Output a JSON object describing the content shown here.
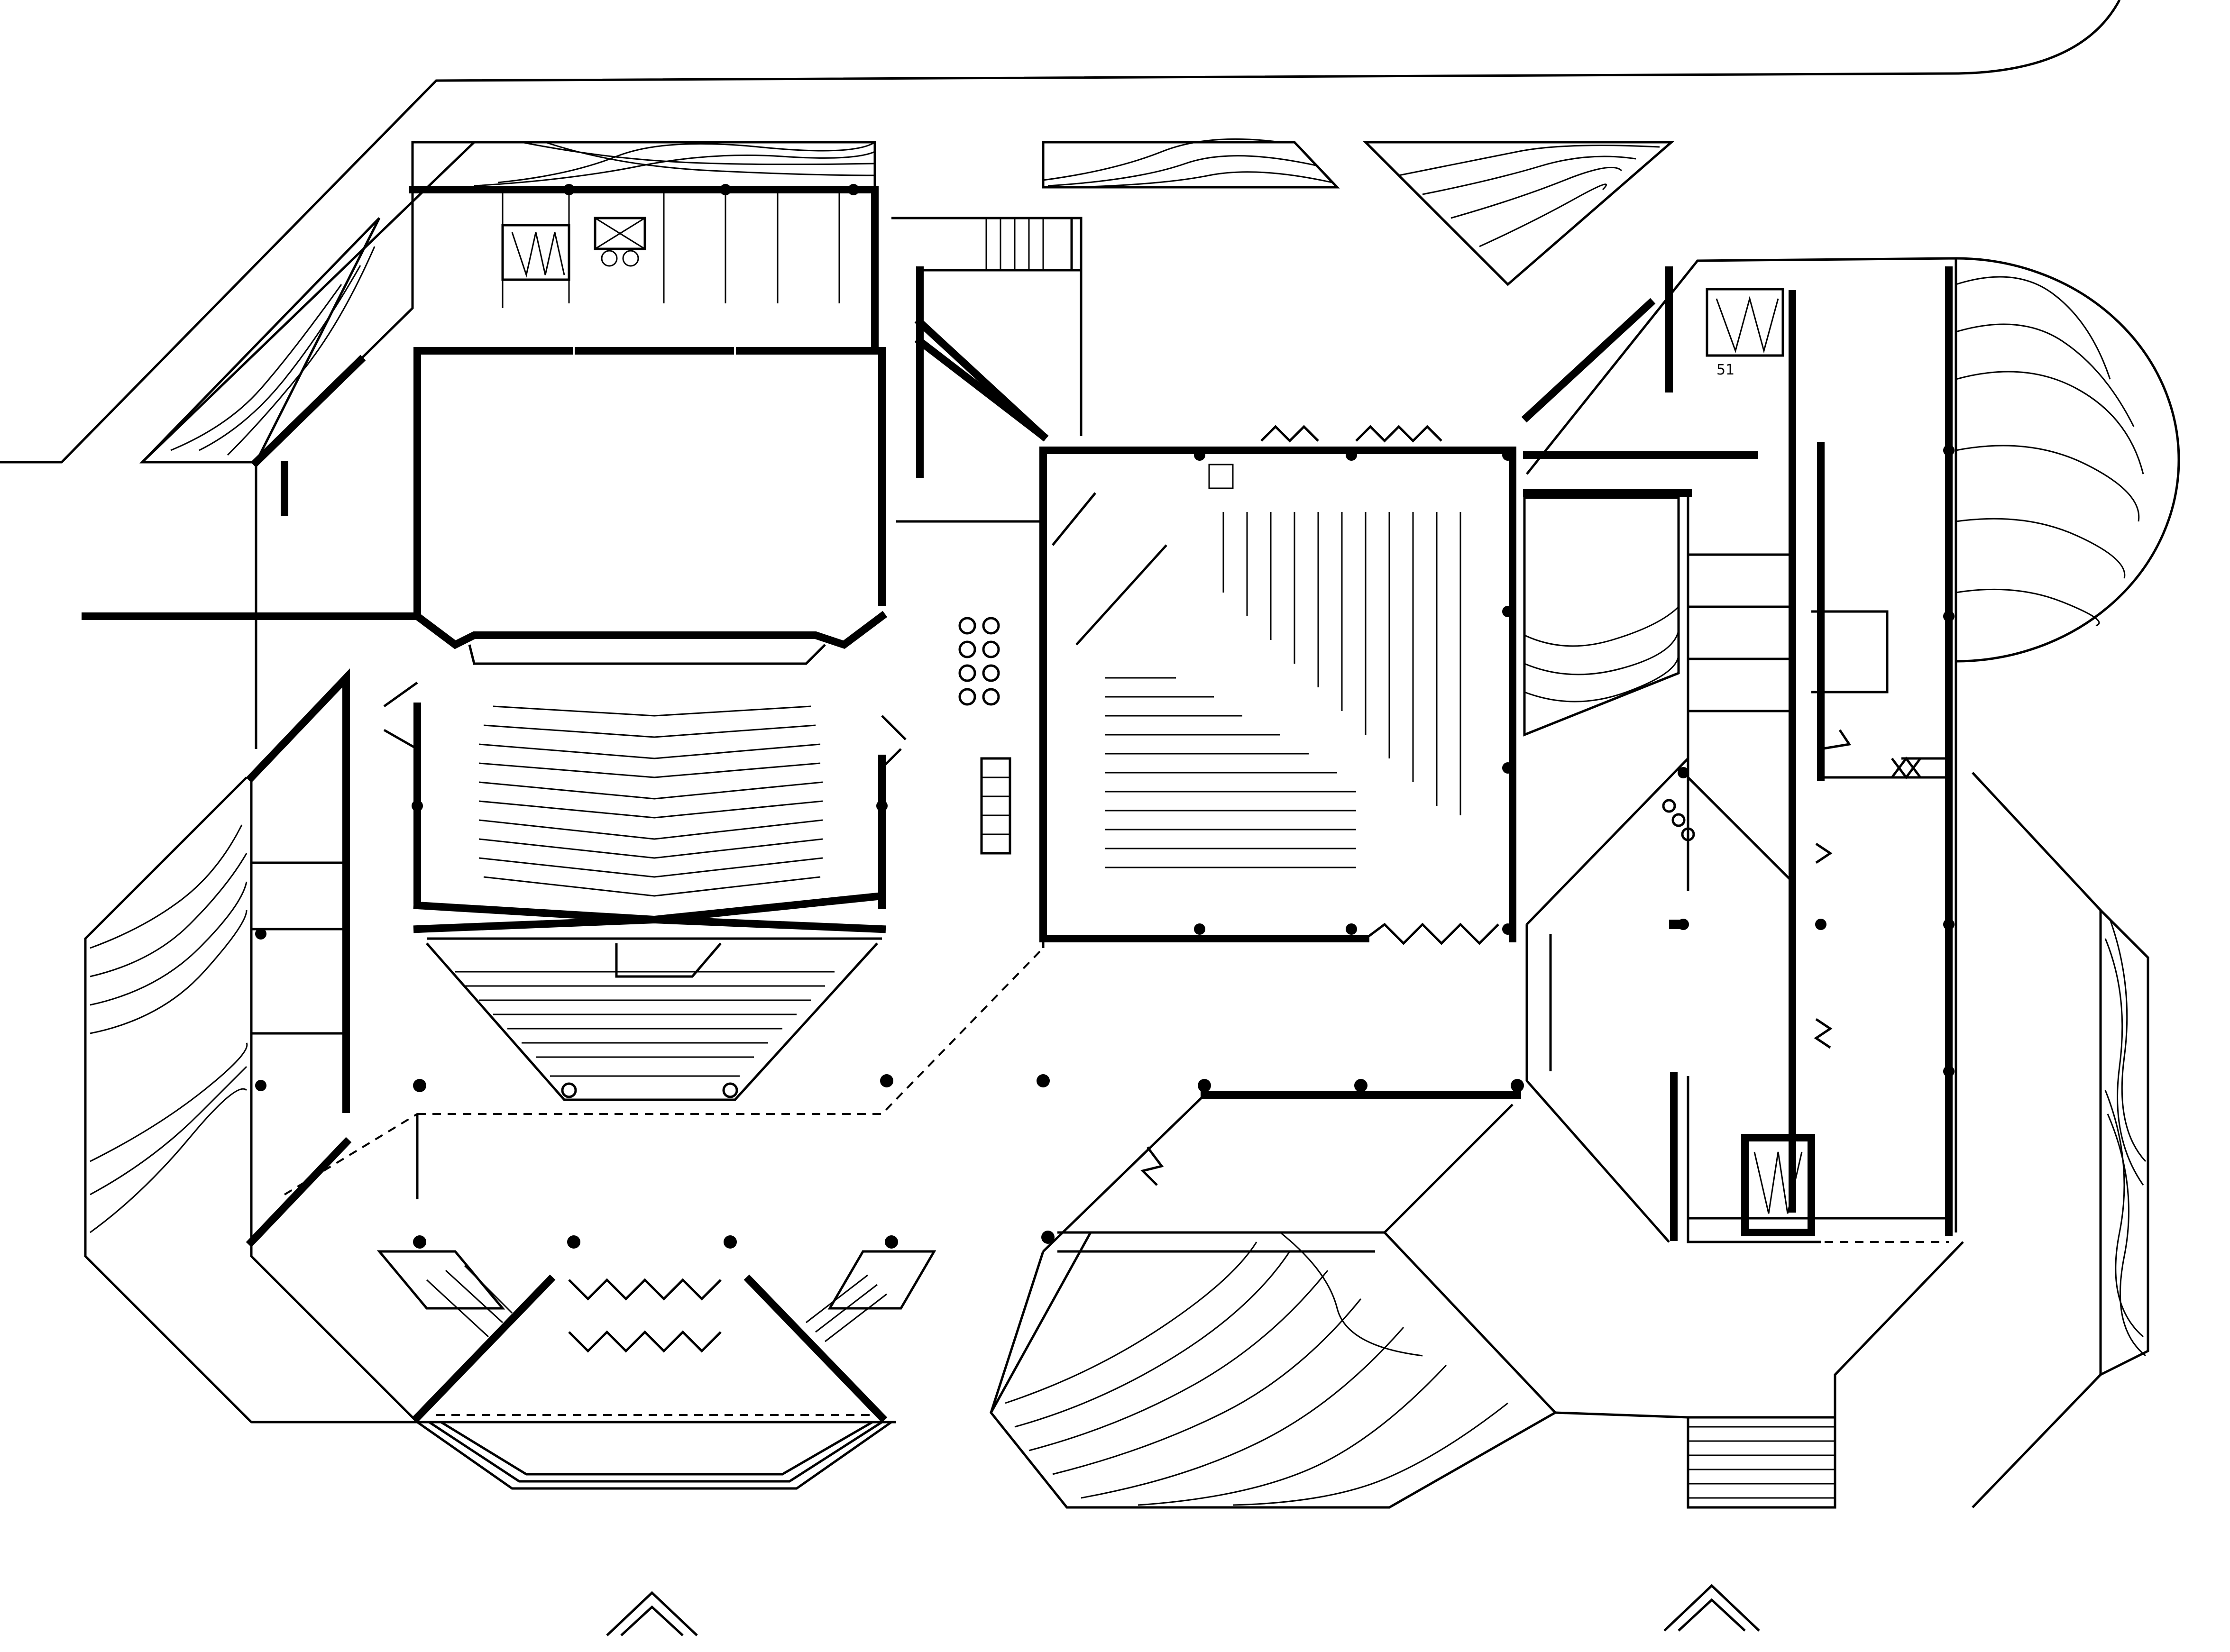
{
  "plan": {
    "annotation_label": "51",
    "colors": {
      "ink": "#000000",
      "paper": "#ffffff"
    },
    "entrance_markers": [
      "entrance-arrow-left",
      "entrance-arrow-right"
    ]
  }
}
